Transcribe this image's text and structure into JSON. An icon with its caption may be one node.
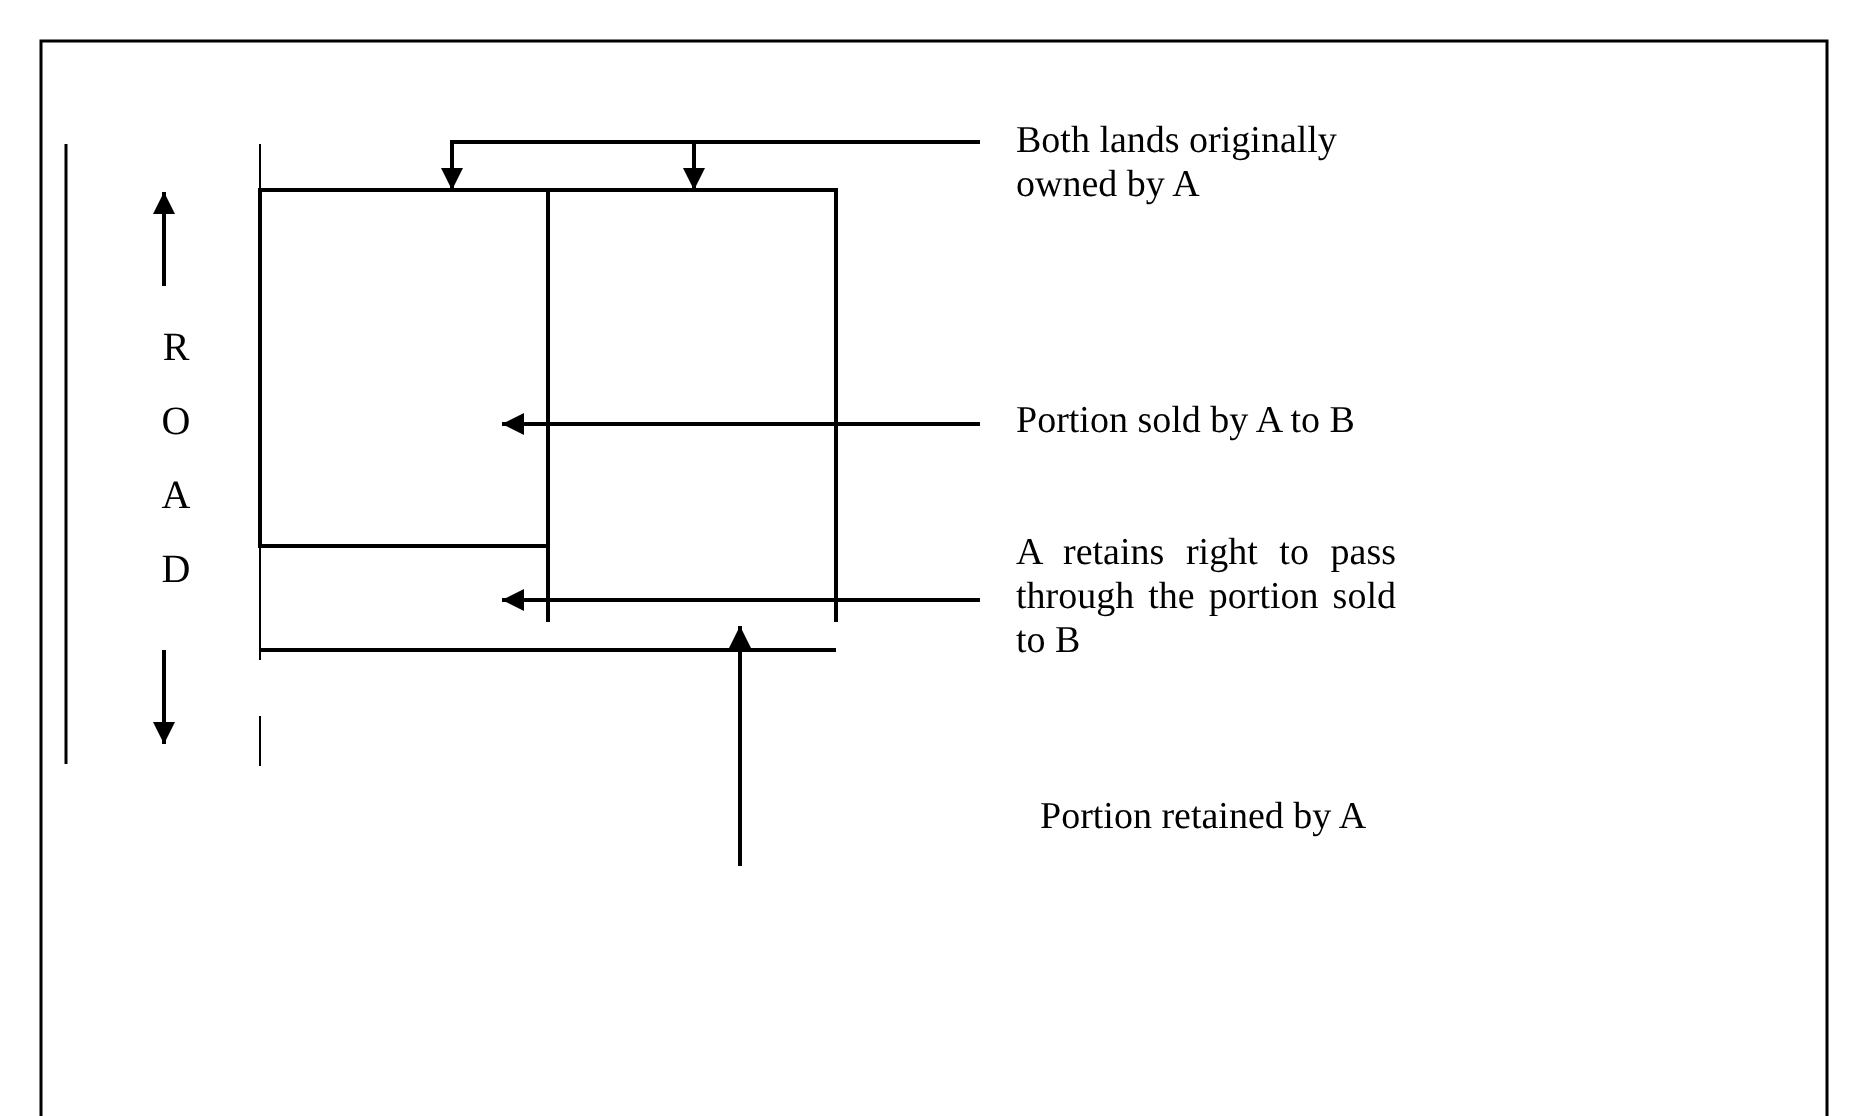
{
  "diagram": {
    "nodes": [
      {
        "text": [
          "Both lands originally owned by A"
        ]
      },
      {
        "text": [
          "Portion sold by A to B"
        ]
      },
      {
        "text": [
          "A retains right to pass through the portion sold to B"
        ]
      },
      {
        "text": [
          "Portion retained by A"
        ]
      },
      {
        "text": [],
        "shape": "box"
      },
      {
        "text": [],
        "shape": "box"
      }
    ],
    "edges": [
      {
        "from": 0,
        "to": 4,
        "arrow": "to"
      },
      {
        "from": 0,
        "to": 5,
        "arrow": "to"
      },
      {
        "from": 1,
        "to": 4,
        "arrow": "to"
      },
      {
        "from": 2,
        "to": 4,
        "arrow": "to"
      },
      {
        "from": null,
        "to": 5,
        "arrow": "to"
      }
    ],
    "labels": [
      "ROAD"
    ]
  }
}
